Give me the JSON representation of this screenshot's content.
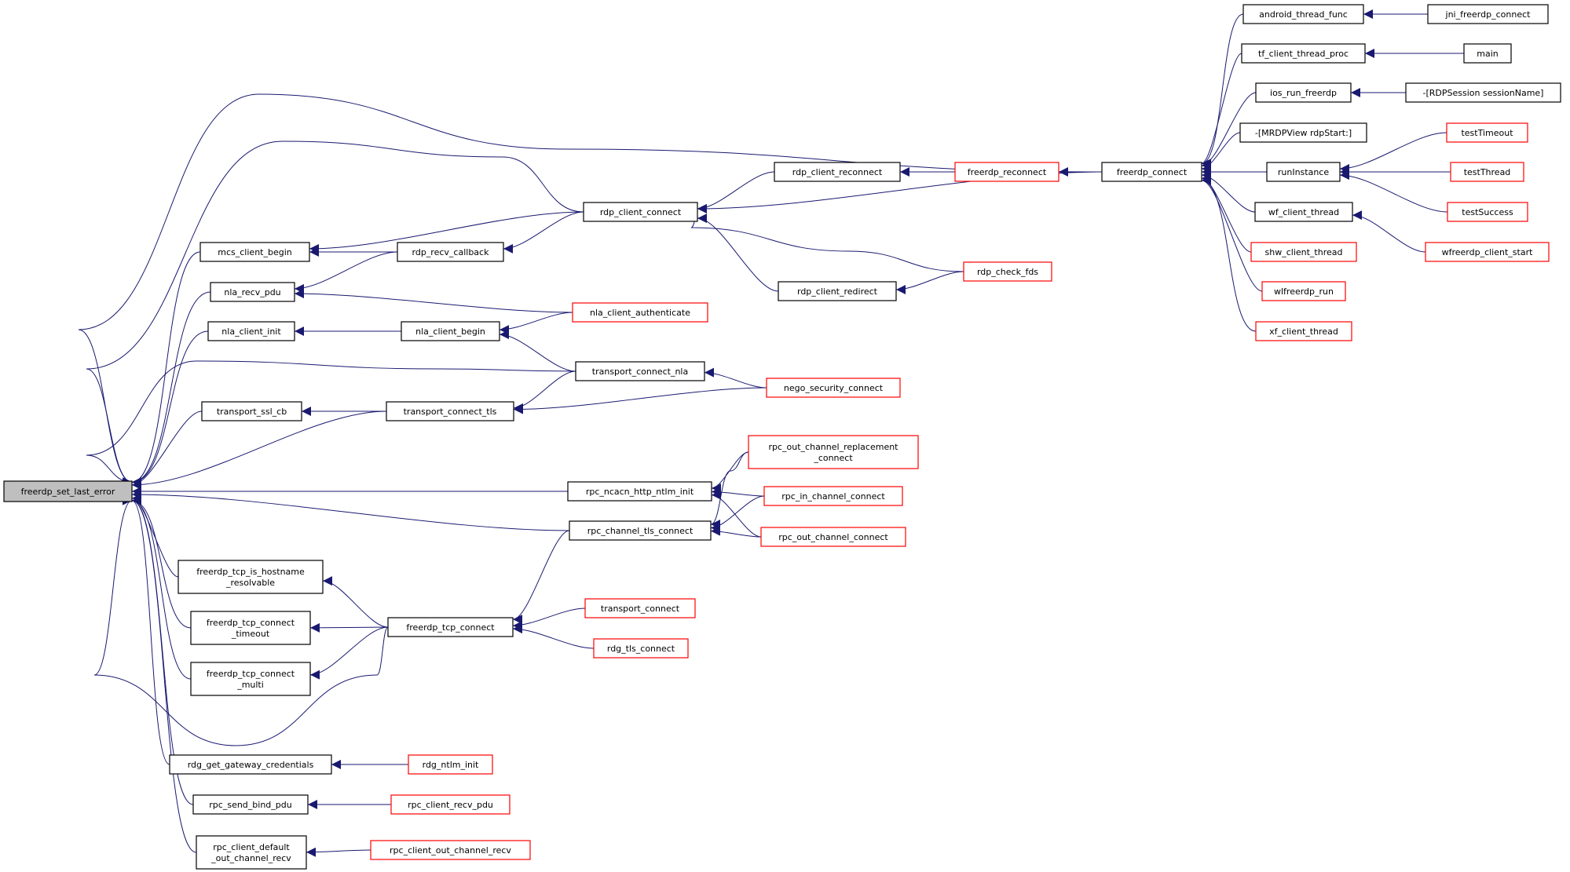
{
  "colors": {
    "edge": "#191970",
    "node_border_black": "#000000",
    "node_border_red": "#ff0000",
    "node_fill": "#ffffff",
    "root_fill": "#bfbfbf"
  },
  "nodes": {
    "freerdp_set_last_error": {
      "label": [
        "freerdp_set_last_error"
      ],
      "style": "root"
    },
    "mcs_client_begin": {
      "label": [
        "mcs_client_begin"
      ],
      "style": "black"
    },
    "nla_recv_pdu": {
      "label": [
        "nla_recv_pdu"
      ],
      "style": "black"
    },
    "nla_client_init": {
      "label": [
        "nla_client_init"
      ],
      "style": "black"
    },
    "transport_ssl_cb": {
      "label": [
        "transport_ssl_cb"
      ],
      "style": "black"
    },
    "freerdp_tcp_is_hostname_resolvable": {
      "label": [
        "freerdp_tcp_is_hostname",
        "_resolvable"
      ],
      "style": "black"
    },
    "freerdp_tcp_connect_timeout": {
      "label": [
        "freerdp_tcp_connect",
        "_timeout"
      ],
      "style": "black"
    },
    "freerdp_tcp_connect_multi": {
      "label": [
        "freerdp_tcp_connect",
        "_multi"
      ],
      "style": "black"
    },
    "rdg_get_gateway_credentials": {
      "label": [
        "rdg_get_gateway_credentials"
      ],
      "style": "black"
    },
    "rpc_send_bind_pdu": {
      "label": [
        "rpc_send_bind_pdu"
      ],
      "style": "black"
    },
    "rpc_client_default_out_channel_recv": {
      "label": [
        "rpc_client_default",
        "_out_channel_recv"
      ],
      "style": "black"
    },
    "rdp_recv_callback": {
      "label": [
        "rdp_recv_callback"
      ],
      "style": "black"
    },
    "nla_client_begin": {
      "label": [
        "nla_client_begin"
      ],
      "style": "black"
    },
    "transport_connect_tls": {
      "label": [
        "transport_connect_tls"
      ],
      "style": "black"
    },
    "freerdp_tcp_connect": {
      "label": [
        "freerdp_tcp_connect"
      ],
      "style": "black"
    },
    "rdg_ntlm_init": {
      "label": [
        "rdg_ntlm_init"
      ],
      "style": "red"
    },
    "rpc_client_recv_pdu": {
      "label": [
        "rpc_client_recv_pdu"
      ],
      "style": "red"
    },
    "rpc_client_out_channel_recv": {
      "label": [
        "rpc_client_out_channel_recv"
      ],
      "style": "red"
    },
    "rdp_client_connect": {
      "label": [
        "rdp_client_connect"
      ],
      "style": "black"
    },
    "nla_client_authenticate": {
      "label": [
        "nla_client_authenticate"
      ],
      "style": "red"
    },
    "transport_connect_nla": {
      "label": [
        "transport_connect_nla"
      ],
      "style": "black"
    },
    "rpc_ncacn_http_ntlm_init": {
      "label": [
        "rpc_ncacn_http_ntlm_init"
      ],
      "style": "black"
    },
    "rpc_channel_tls_connect": {
      "label": [
        "rpc_channel_tls_connect"
      ],
      "style": "black"
    },
    "transport_connect": {
      "label": [
        "transport_connect"
      ],
      "style": "red"
    },
    "rdg_tls_connect": {
      "label": [
        "rdg_tls_connect"
      ],
      "style": "red"
    },
    "rdp_client_reconnect": {
      "label": [
        "rdp_client_reconnect"
      ],
      "style": "black"
    },
    "rdp_client_redirect": {
      "label": [
        "rdp_client_redirect"
      ],
      "style": "black"
    },
    "nego_security_connect": {
      "label": [
        "nego_security_connect"
      ],
      "style": "red"
    },
    "rpc_out_channel_replacement_connect": {
      "label": [
        "rpc_out_channel_replacement",
        "_connect"
      ],
      "style": "red"
    },
    "rpc_in_channel_connect": {
      "label": [
        "rpc_in_channel_connect"
      ],
      "style": "red"
    },
    "rpc_out_channel_connect": {
      "label": [
        "rpc_out_channel_connect"
      ],
      "style": "red"
    },
    "freerdp_reconnect": {
      "label": [
        "freerdp_reconnect"
      ],
      "style": "red"
    },
    "rdp_check_fds": {
      "label": [
        "rdp_check_fds"
      ],
      "style": "red"
    },
    "freerdp_connect": {
      "label": [
        "freerdp_connect"
      ],
      "style": "black"
    },
    "android_thread_func": {
      "label": [
        "android_thread_func"
      ],
      "style": "black"
    },
    "tf_client_thread_proc": {
      "label": [
        "tf_client_thread_proc"
      ],
      "style": "black"
    },
    "ios_run_freerdp": {
      "label": [
        "ios_run_freerdp"
      ],
      "style": "black"
    },
    "mrdpview_rdpstart": {
      "label": [
        "-[MRDPView rdpStart:]"
      ],
      "style": "black"
    },
    "runInstance": {
      "label": [
        "runInstance"
      ],
      "style": "black"
    },
    "wf_client_thread": {
      "label": [
        "wf_client_thread"
      ],
      "style": "black"
    },
    "shw_client_thread": {
      "label": [
        "shw_client_thread"
      ],
      "style": "red"
    },
    "wlfreerdp_run": {
      "label": [
        "wlfreerdp_run"
      ],
      "style": "red"
    },
    "xf_client_thread": {
      "label": [
        "xf_client_thread"
      ],
      "style": "red"
    },
    "jni_freerdp_connect": {
      "label": [
        "jni_freerdp_connect"
      ],
      "style": "black"
    },
    "main": {
      "label": [
        "main"
      ],
      "style": "black"
    },
    "rdpsession_sessionname": {
      "label": [
        "-[RDPSession sessionName]"
      ],
      "style": "black"
    },
    "testTimeout": {
      "label": [
        "testTimeout"
      ],
      "style": "red"
    },
    "testThread": {
      "label": [
        "testThread"
      ],
      "style": "red"
    },
    "testSuccess": {
      "label": [
        "testSuccess"
      ],
      "style": "red"
    },
    "wfreerdp_client_start": {
      "label": [
        "wfreerdp_client_start"
      ],
      "style": "red"
    }
  },
  "edges": [
    [
      "mcs_client_begin",
      "freerdp_set_last_error"
    ],
    [
      "nla_recv_pdu",
      "freerdp_set_last_error"
    ],
    [
      "nla_client_init",
      "freerdp_set_last_error"
    ],
    [
      "transport_ssl_cb",
      "freerdp_set_last_error"
    ],
    [
      "freerdp_tcp_is_hostname_resolvable",
      "freerdp_set_last_error"
    ],
    [
      "freerdp_tcp_connect_timeout",
      "freerdp_set_last_error"
    ],
    [
      "freerdp_tcp_connect_multi",
      "freerdp_set_last_error"
    ],
    [
      "rdg_get_gateway_credentials",
      "freerdp_set_last_error"
    ],
    [
      "rpc_send_bind_pdu",
      "freerdp_set_last_error"
    ],
    [
      "rpc_client_default_out_channel_recv",
      "freerdp_set_last_error"
    ],
    [
      "rdp_client_connect",
      "freerdp_set_last_error"
    ],
    [
      "freerdp_connect",
      "freerdp_set_last_error"
    ],
    [
      "transport_connect_nla",
      "freerdp_set_last_error"
    ],
    [
      "transport_connect_tls",
      "freerdp_set_last_error"
    ],
    [
      "rpc_ncacn_http_ntlm_init",
      "freerdp_set_last_error"
    ],
    [
      "rpc_channel_tls_connect",
      "freerdp_set_last_error"
    ],
    [
      "freerdp_tcp_connect",
      "freerdp_set_last_error"
    ],
    [
      "rdp_recv_callback",
      "mcs_client_begin"
    ],
    [
      "rdp_client_connect",
      "mcs_client_begin"
    ],
    [
      "rdp_recv_callback",
      "nla_recv_pdu"
    ],
    [
      "nla_client_authenticate",
      "nla_recv_pdu"
    ],
    [
      "nla_client_begin",
      "nla_client_init"
    ],
    [
      "transport_connect_tls",
      "transport_ssl_cb"
    ],
    [
      "freerdp_tcp_connect",
      "freerdp_tcp_is_hostname_resolvable"
    ],
    [
      "freerdp_tcp_connect",
      "freerdp_tcp_connect_timeout"
    ],
    [
      "freerdp_tcp_connect",
      "freerdp_tcp_connect_multi"
    ],
    [
      "rdg_ntlm_init",
      "rdg_get_gateway_credentials"
    ],
    [
      "rpc_client_recv_pdu",
      "rpc_send_bind_pdu"
    ],
    [
      "rpc_client_out_channel_recv",
      "rpc_client_default_out_channel_recv"
    ],
    [
      "rdp_client_connect",
      "rdp_recv_callback"
    ],
    [
      "nla_client_authenticate",
      "nla_client_begin"
    ],
    [
      "transport_connect_nla",
      "nla_client_begin"
    ],
    [
      "transport_connect_nla",
      "transport_connect_tls"
    ],
    [
      "nego_security_connect",
      "transport_connect_tls"
    ],
    [
      "rpc_channel_tls_connect",
      "freerdp_tcp_connect"
    ],
    [
      "transport_connect",
      "freerdp_tcp_connect"
    ],
    [
      "rdg_tls_connect",
      "freerdp_tcp_connect"
    ],
    [
      "rdp_client_reconnect",
      "rdp_client_connect"
    ],
    [
      "rdp_client_redirect",
      "rdp_client_connect"
    ],
    [
      "freerdp_connect",
      "rdp_client_connect"
    ],
    [
      "rdp_check_fds",
      "rdp_client_connect"
    ],
    [
      "nego_security_connect",
      "transport_connect_nla"
    ],
    [
      "rpc_out_channel_replacement_connect",
      "rpc_ncacn_http_ntlm_init"
    ],
    [
      "rpc_in_channel_connect",
      "rpc_ncacn_http_ntlm_init"
    ],
    [
      "rpc_out_channel_connect",
      "rpc_ncacn_http_ntlm_init"
    ],
    [
      "rpc_out_channel_replacement_connect",
      "rpc_channel_tls_connect"
    ],
    [
      "rpc_in_channel_connect",
      "rpc_channel_tls_connect"
    ],
    [
      "rpc_out_channel_connect",
      "rpc_channel_tls_connect"
    ],
    [
      "freerdp_reconnect",
      "rdp_client_reconnect"
    ],
    [
      "rdp_check_fds",
      "rdp_client_redirect"
    ],
    [
      "freerdp_connect",
      "freerdp_reconnect"
    ],
    [
      "android_thread_func",
      "freerdp_connect"
    ],
    [
      "tf_client_thread_proc",
      "freerdp_connect"
    ],
    [
      "ios_run_freerdp",
      "freerdp_connect"
    ],
    [
      "mrdpview_rdpstart",
      "freerdp_connect"
    ],
    [
      "runInstance",
      "freerdp_connect"
    ],
    [
      "wf_client_thread",
      "freerdp_connect"
    ],
    [
      "shw_client_thread",
      "freerdp_connect"
    ],
    [
      "wlfreerdp_run",
      "freerdp_connect"
    ],
    [
      "xf_client_thread",
      "freerdp_connect"
    ],
    [
      "jni_freerdp_connect",
      "android_thread_func"
    ],
    [
      "main",
      "tf_client_thread_proc"
    ],
    [
      "rdpsession_sessionname",
      "ios_run_freerdp"
    ],
    [
      "testTimeout",
      "runInstance"
    ],
    [
      "testThread",
      "runInstance"
    ],
    [
      "testSuccess",
      "runInstance"
    ],
    [
      "wfreerdp_client_start",
      "wf_client_thread"
    ]
  ]
}
